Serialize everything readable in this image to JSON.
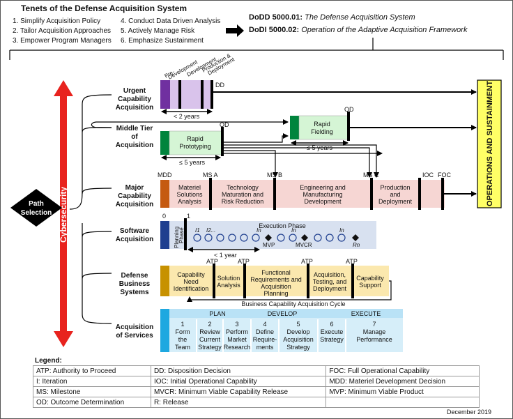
{
  "tenets": {
    "title": "Tenets of the Defense Acquisition System",
    "items": [
      "1. Simplify Acquisition Policy",
      "2. Tailor Acquisition Approaches",
      "3. Empower Program Managers",
      "4. Conduct Data Driven Analysis",
      "5. Actively Manage Risk",
      "6. Emphasize Sustainment"
    ]
  },
  "directives": [
    {
      "code": "DoDD 5000.01:",
      "name": "The Defense Acquisition System"
    },
    {
      "code": "DoDI 5000.02:",
      "name": "Operation of the Adaptive Acquisition Framework"
    }
  ],
  "cybersecurity": "Cybersecurity",
  "path_selection": [
    "Path",
    "Selection"
  ],
  "operations": "OPERATIONS AND SUSTAINMENT",
  "paths": {
    "urgent": {
      "label": [
        "Urgent",
        "Capability",
        "Acquisition"
      ],
      "phases": [
        "Pre-",
        "Development",
        "Development",
        "Production &",
        "Deployment"
      ],
      "dd": "DD",
      "duration": "< 2 years"
    },
    "mta": {
      "label": [
        "Middle Tier",
        "of",
        "Acquisition"
      ],
      "prototyping": [
        "Rapid",
        "Prototyping"
      ],
      "fielding": [
        "Rapid",
        "Fielding"
      ],
      "od1": "OD",
      "od2": "OD",
      "dur1": "≤ 5 years",
      "dur2": "≤ 5 years"
    },
    "major": {
      "label": [
        "Major",
        "Capability",
        "Acquisition"
      ],
      "milestones": [
        "MDD",
        "MS A",
        "MS B",
        "MS C",
        "IOC",
        "FOC"
      ],
      "phases": [
        [
          "Materiel",
          "Solutions",
          "Analysis"
        ],
        [
          "Technology",
          "Maturation and",
          "Risk Reduction"
        ],
        [
          "Engineering and",
          "Manufacturing",
          "Development"
        ],
        [
          "Production",
          "and",
          "Deployment"
        ]
      ]
    },
    "software": {
      "label": [
        "Software",
        "Acquisition"
      ],
      "markers": [
        "0",
        "1"
      ],
      "planning": [
        "Planning",
        "Phase"
      ],
      "execution": "Execution Phase",
      "iterations": [
        "I1",
        "I2...",
        "In",
        "In",
        "In"
      ],
      "mvp": "MVP",
      "mvcr": "MVCR",
      "rn": "Rn",
      "duration": "< 1 year"
    },
    "business": {
      "label": [
        "Defense",
        "Business",
        "Systems"
      ],
      "atp": [
        "ATP",
        "ATP",
        "ATP",
        "ATP"
      ],
      "phases": [
        [
          "Capability",
          "Need",
          "Identification"
        ],
        [
          "Solution",
          "Analysis"
        ],
        [
          "Functional",
          "Requirements and",
          "Acquisition",
          "Planning"
        ],
        [
          "Acquisition,",
          "Testing, and",
          "Deployment"
        ],
        [
          "Capability",
          "Support"
        ]
      ],
      "cycle": "Business Capability Acquisition Cycle"
    },
    "services": {
      "label": [
        "Acquisition",
        "of Services"
      ],
      "groups": [
        "PLAN",
        "DEVELOP",
        "EXECUTE"
      ],
      "steps": [
        [
          "1",
          "Form",
          "the",
          "Team"
        ],
        [
          "2",
          "Review",
          "Current",
          "Strategy"
        ],
        [
          "3",
          "Perform",
          "Market",
          "Research"
        ],
        [
          "4",
          "Define",
          "Require-",
          "ments"
        ],
        [
          "5",
          "Develop",
          "Acquisition",
          "Strategy"
        ],
        [
          "6",
          "Execute",
          "Strategy"
        ],
        [
          "7",
          "Manage",
          "Performance"
        ]
      ]
    }
  },
  "legend": {
    "title": "Legend:",
    "rows": [
      [
        "ATP: Authority to Proceed",
        "DD: Disposition Decision",
        "FOC: Full Operational Capability"
      ],
      [
        "I: Iteration",
        "IOC: Initial Operational Capability",
        "MDD: Materiel Development Decision"
      ],
      [
        "MS: Milestone",
        "MVCR: Minimum Viable Capability Release",
        "MVP: Minimum Viable Product"
      ],
      [
        "OD: Outcome Determination",
        "R: Release",
        ""
      ]
    ]
  },
  "date": "December 2019",
  "colors": {
    "cyber": "#e8231e",
    "ops": "#ffff66",
    "urgent_dark": "#7030a0",
    "urgent_light": "#d9c3eb",
    "mta_dark": "#00843d",
    "mta_light": "#d5f5d5",
    "major_dark": "#c55a11",
    "major_light": "#f6d6d3",
    "sw_dark": "#1f3f8f",
    "sw_light": "#d8e1f0",
    "dbs_dark": "#c79100",
    "dbs_light": "#fbe8ae",
    "svc_dark": "#1ea8e0",
    "svc_light": "#d6eef9"
  }
}
